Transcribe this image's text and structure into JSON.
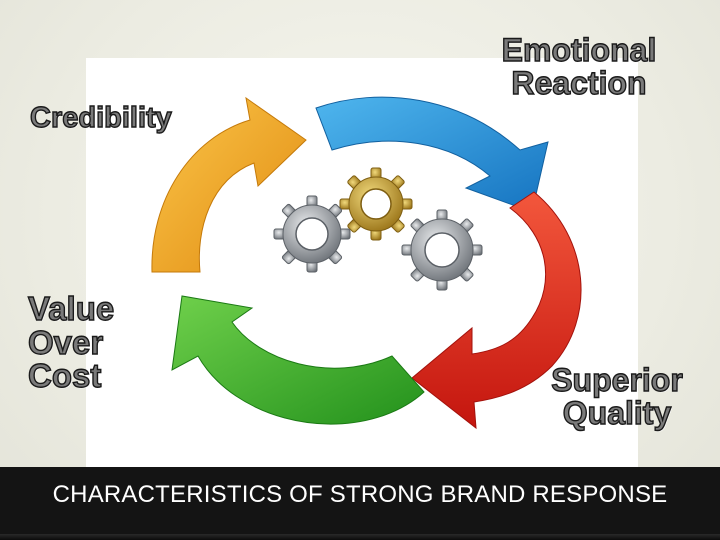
{
  "labels": {
    "credibility": "Credibility",
    "emotional_reaction": "Emotional\nReaction",
    "value_over_cost": "Value\nOver\nCost",
    "superior_quality": "Superior\nQuality"
  },
  "footer": {
    "title": "CHARACTERISTICS OF STRONG BRAND RESPONSE"
  },
  "colors": {
    "orange_arrow": "#f0a020",
    "blue_arrow": "#1f8fd6",
    "red_arrow": "#e2241c",
    "green_arrow": "#3cae2a",
    "gear_gold": "#c9a437",
    "gear_silver": "#9ea3a8",
    "footer_bg": "#141414"
  },
  "icons": [
    "cycle-arrows",
    "gear-icon"
  ]
}
